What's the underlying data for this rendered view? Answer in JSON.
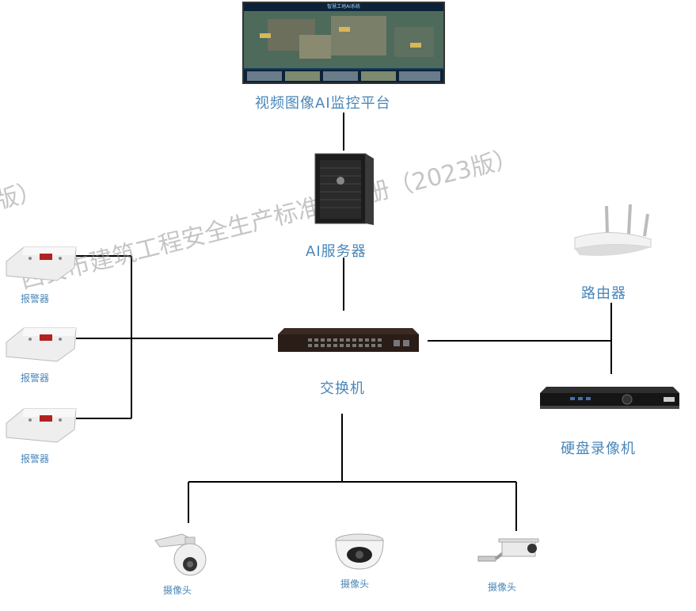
{
  "platform": {
    "label": "视频图像AI监控平台",
    "screen_title": "智慧工地AI系统"
  },
  "server": {
    "label": "AI服务器"
  },
  "switch": {
    "label": "交换机"
  },
  "router": {
    "label": "路由器"
  },
  "nvr": {
    "label": "硬盘录像机"
  },
  "alarms": [
    {
      "label": "报警器"
    },
    {
      "label": "报警器"
    },
    {
      "label": "报警器"
    }
  ],
  "cameras": [
    {
      "label": "摄像头"
    },
    {
      "label": "摄像头"
    },
    {
      "label": "摄像头"
    }
  ],
  "watermark": {
    "main": "西安市建筑工程安全生产标准化图册（2023版）",
    "left": "版）"
  },
  "colors": {
    "label": "#4a86b8",
    "line": "#000000"
  }
}
